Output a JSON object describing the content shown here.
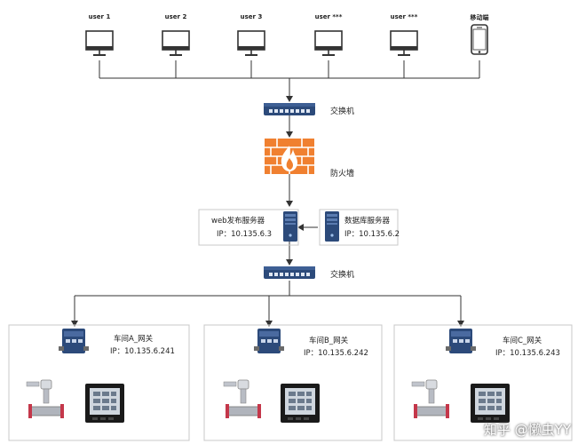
{
  "users": [
    {
      "label": "user 1"
    },
    {
      "label": "user 2"
    },
    {
      "label": "user 3"
    },
    {
      "label": "user ***"
    },
    {
      "label": "user ***"
    },
    {
      "label": "移动端"
    }
  ],
  "top_switch": {
    "label": "交换机"
  },
  "firewall": {
    "label": "防火墙"
  },
  "web_server": {
    "name": "web发布服务器",
    "ip": "IP：10.135.6.3"
  },
  "db_server": {
    "name": "数据库服务器",
    "ip": "IP：10.135.6.2"
  },
  "bottom_switch": {
    "label": "交换机"
  },
  "gateways": [
    {
      "name": "车间A_网关",
      "ip": "IP：10.135.6.241"
    },
    {
      "name": "车间B_网关",
      "ip": "IP：10.135.6.242"
    },
    {
      "name": "车间C_网关",
      "ip": "IP：10.135.6.243"
    }
  ],
  "watermark": "知乎 @懒虫YY",
  "colors": {
    "line": "#333333",
    "device_blue": "#2c4a7a",
    "firewall_orange": "#f08030"
  }
}
